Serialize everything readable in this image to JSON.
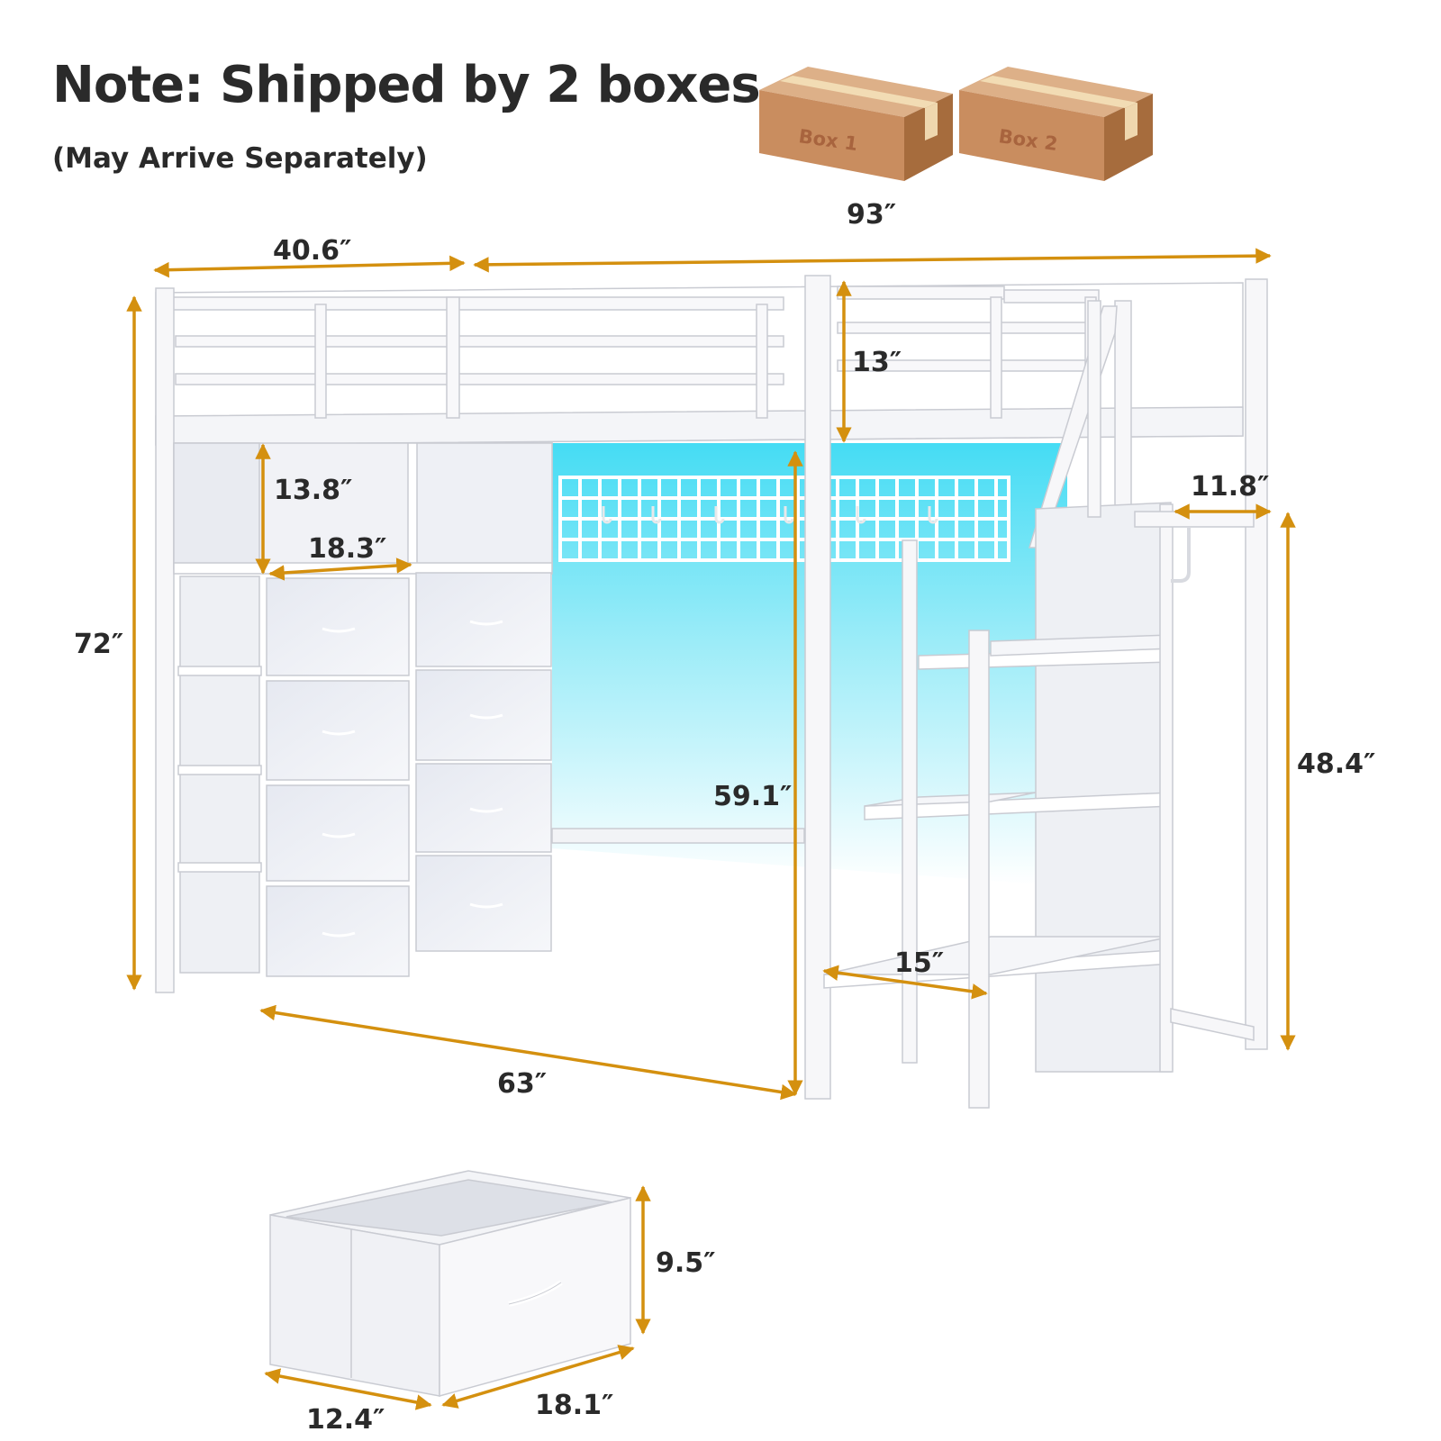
{
  "header": {
    "title": "Note: Shipped by 2 boxes",
    "subtitle": "(May Arrive Separately)"
  },
  "boxes": [
    {
      "label": "Box 1"
    },
    {
      "label": "Box 2"
    }
  ],
  "dimensions": {
    "depth": "40.6″",
    "length": "93″",
    "height": "72″",
    "guardrail": "13″",
    "cubby_height": "13.8″",
    "dresser_width": "18.3″",
    "desk_length": "63″",
    "clearance": "59.1″",
    "step_depth": "11.8″",
    "stair_height": "48.4″",
    "step_width": "15″",
    "drawer_height": "9.5″",
    "drawer_depth": "12.4″",
    "drawer_width": "18.1″"
  },
  "colors": {
    "dimension_line": "#d4900f",
    "frame": "#f7f7f9",
    "frame_edge": "#c9cbd2",
    "led_glow": "#4fe0f5",
    "cardboard": "#c58a5c"
  }
}
